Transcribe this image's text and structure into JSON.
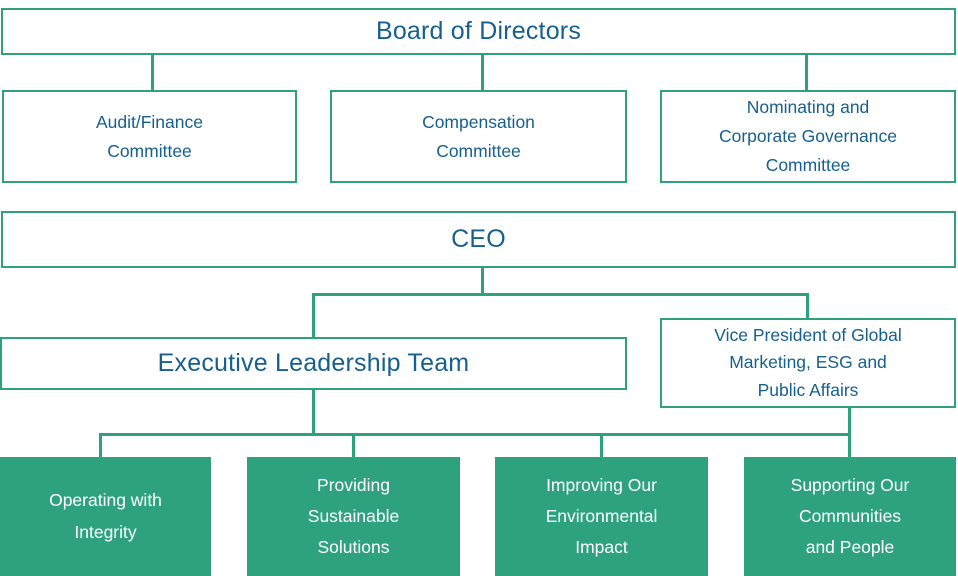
{
  "colors": {
    "accent_green": "#2ea27e",
    "text_blue": "#16608f",
    "pillar_text": "#ffffff"
  },
  "nodes": {
    "board": "Board of Directors",
    "audit": "Audit/Finance\nCommittee",
    "compensation": "Compensation\nCommittee",
    "nominating": "Nominating and\nCorporate Governance\nCommittee",
    "ceo": "CEO",
    "elt": "Executive Leadership Team",
    "vp": "Vice President of Global\nMarketing, ESG and\nPublic Affairs",
    "pillars": [
      "Operating with\nIntegrity",
      "Providing\nSustainable\nSolutions",
      "Improving Our\nEnvironmental\nImpact",
      "Supporting Our\nCommunities\nand People"
    ]
  }
}
